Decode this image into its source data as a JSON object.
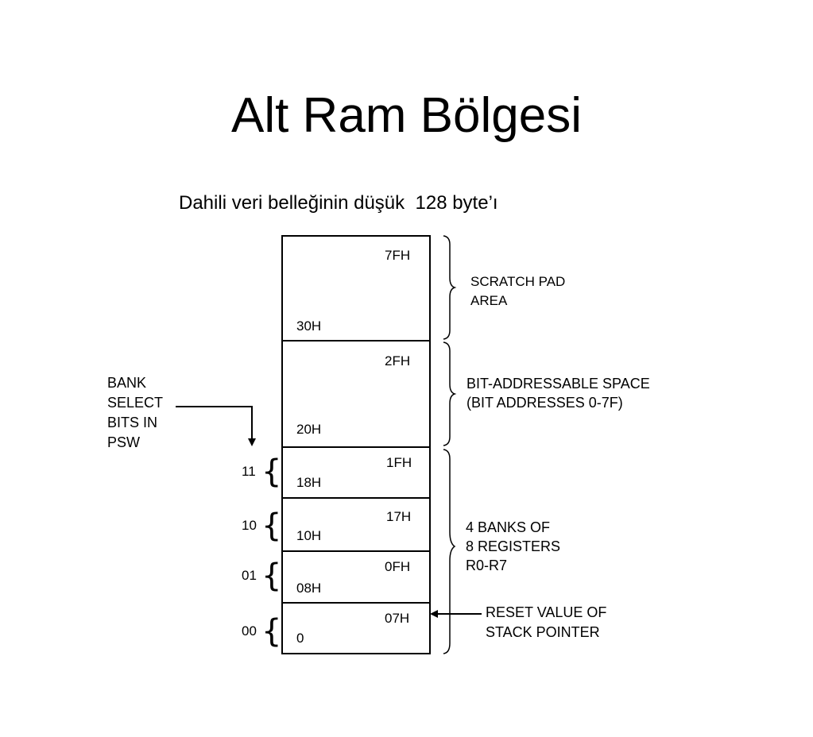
{
  "slide": {
    "title": "Alt Ram Bölgesi",
    "subtitle": "Dahili veri belleğinin düşük  128 byte’ı"
  },
  "memory_map": {
    "regions": [
      {
        "id": "scratch",
        "top": "7FH",
        "bottom": "30H"
      },
      {
        "id": "bitaddr",
        "top": "2FH",
        "bottom": "20H"
      },
      {
        "id": "bank3",
        "top": "1FH",
        "bottom": "18H"
      },
      {
        "id": "bank2",
        "top": "17H",
        "bottom": "10H"
      },
      {
        "id": "bank1",
        "top": "0FH",
        "bottom": "08H"
      },
      {
        "id": "bank0",
        "top": "07H",
        "bottom": "0"
      }
    ],
    "bank_codes": [
      "11",
      "10",
      "01",
      "00"
    ],
    "scratch_label": [
      "SCRATCH PAD",
      "AREA"
    ],
    "bit_label": [
      "BIT-ADDRESSABLE SPACE",
      "(BIT ADDRESSES 0-7F)"
    ],
    "banks_label": [
      "4  BANKS OF",
      "8  REGISTERS",
      "R0-R7"
    ],
    "bank_select_label": [
      "BANK",
      "SELECT",
      "BITS IN",
      "PSW"
    ],
    "reset_label": [
      "RESET VALUE OF",
      "STACK  POINTER"
    ]
  }
}
